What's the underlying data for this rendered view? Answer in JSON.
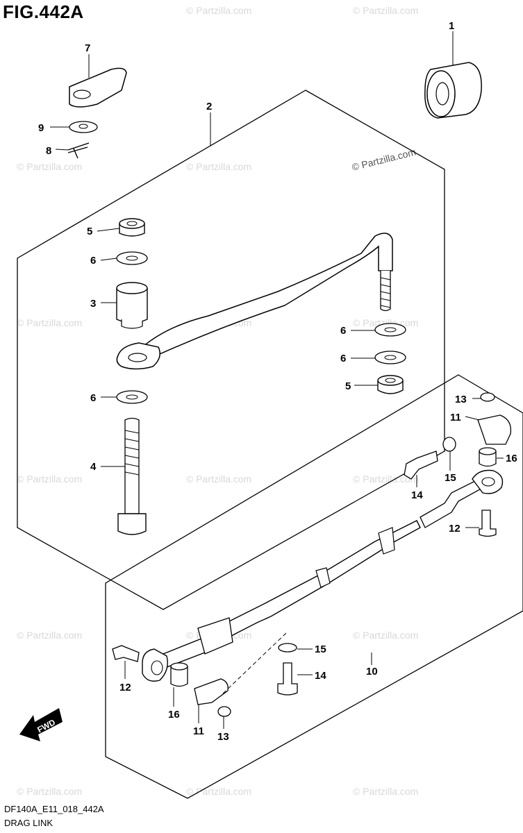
{
  "figure": {
    "title": "FIG.442A",
    "code": "DF140A_E11_018_442A",
    "name": "DRAG LINK"
  },
  "watermark": "© Partzilla.com",
  "fwd_label": "FWD",
  "callouts": {
    "c1": "1",
    "c2": "2",
    "c3": "3",
    "c4": "4",
    "c5a": "5",
    "c5b": "5",
    "c6a": "6",
    "c6b": "6",
    "c6c": "6",
    "c6d": "6",
    "c7": "7",
    "c8": "8",
    "c9": "9",
    "c10": "10",
    "c11a": "11",
    "c11b": "11",
    "c12a": "12",
    "c12b": "12",
    "c13a": "13",
    "c13b": "13",
    "c14a": "14",
    "c14b": "14",
    "c15a": "15",
    "c15b": "15",
    "c16a": "16",
    "c16b": "16"
  }
}
